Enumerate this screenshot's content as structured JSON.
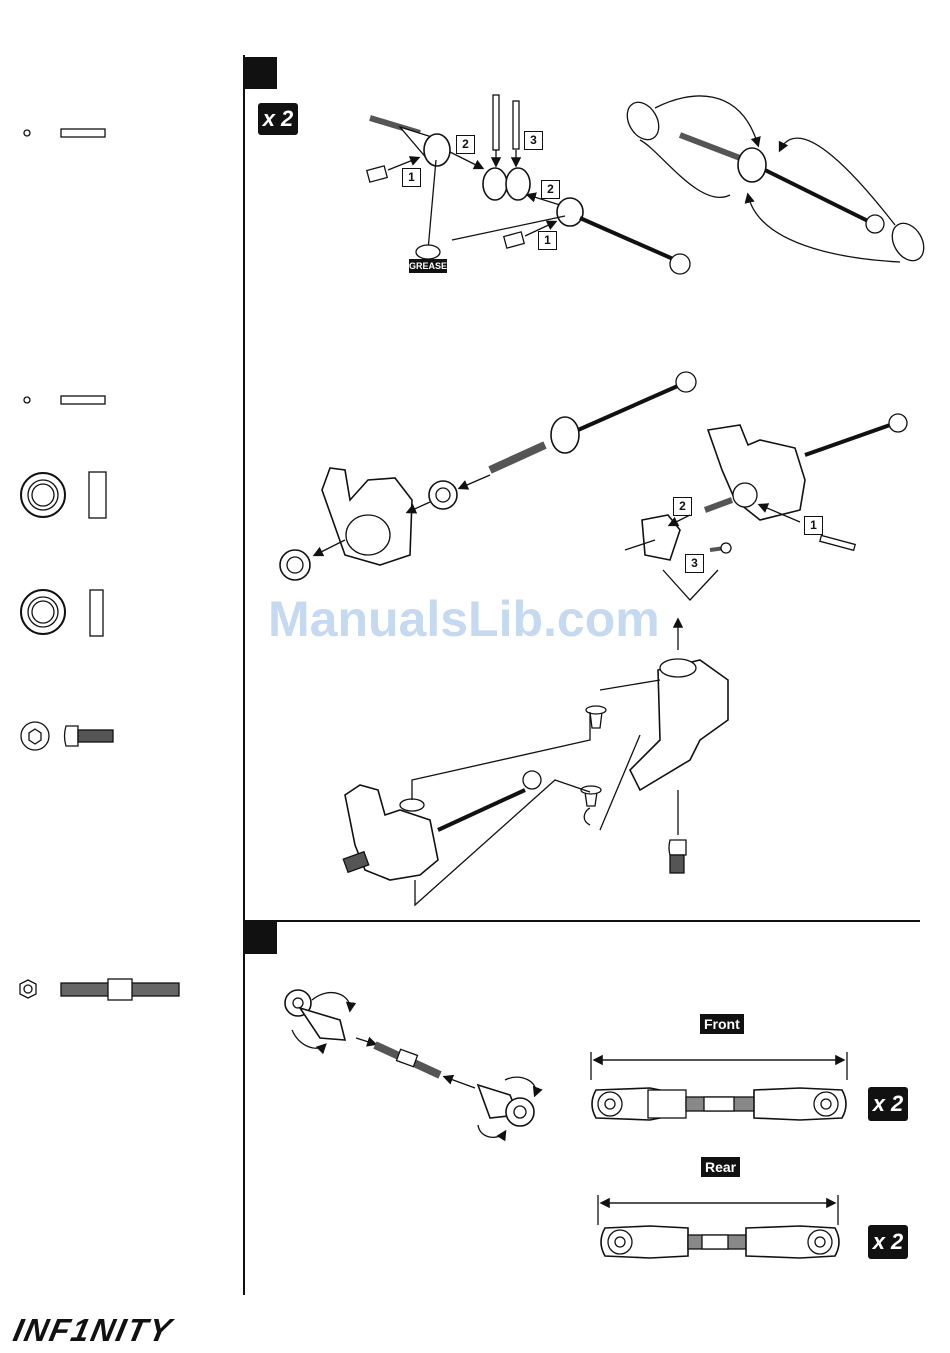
{
  "page": {
    "multiplier_top": "x 2",
    "multiplier_front": "x 2",
    "multiplier_rear": "x 2",
    "grease_label": "GREASE",
    "front_label": "Front",
    "rear_label": "Rear",
    "watermark": "ManualsLib.com",
    "brand": "INF1NITY"
  },
  "callouts": {
    "a1": "1",
    "a2": "2",
    "a3": "3",
    "a4": "2",
    "a5": "1",
    "b1": "2",
    "b2": "1",
    "b3": "3"
  },
  "icons": {
    "step_marker": "black-square",
    "parts": [
      "pin-icon",
      "bearing-icon",
      "screw-icon",
      "turnbuckle-icon"
    ]
  }
}
